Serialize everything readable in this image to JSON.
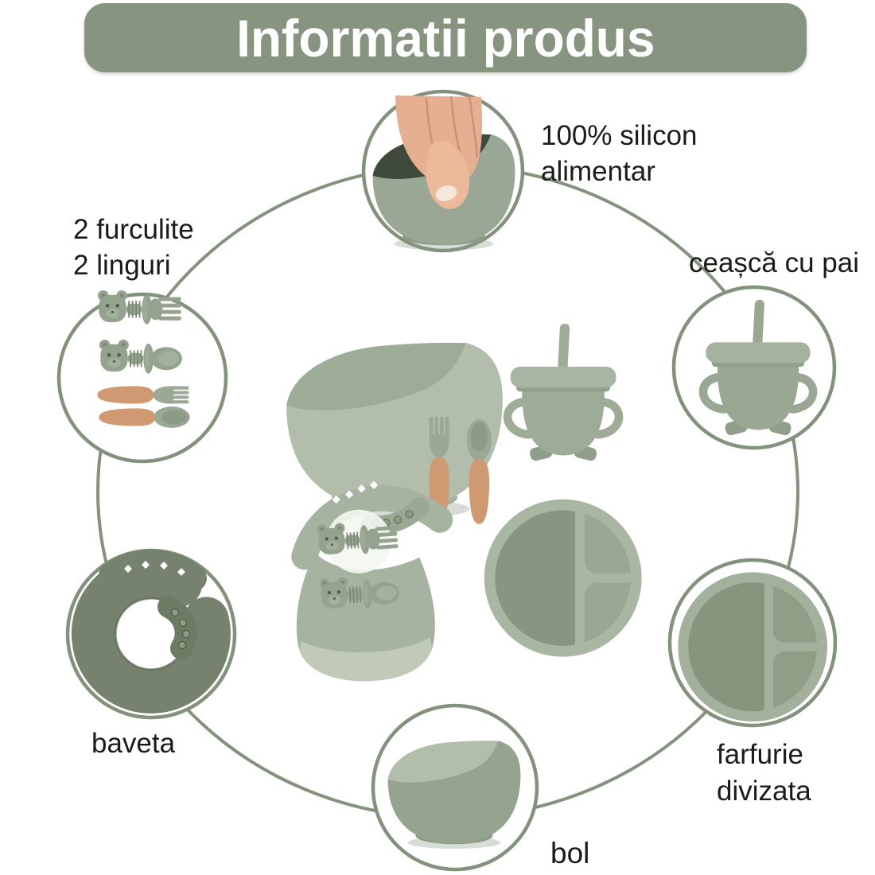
{
  "header": {
    "title": "Informatii produs"
  },
  "callouts": {
    "material": {
      "line1": "100% silicon",
      "line2": "alimentar"
    },
    "cutlery": {
      "line1": "2 furculite",
      "line2": "2 linguri"
    },
    "cup": {
      "label": "ceașcă cu pai"
    },
    "bib": {
      "label": "baveta"
    },
    "plate": {
      "line1": "farfurie",
      "line2": "divizata"
    },
    "bowl": {
      "label": "bol"
    }
  },
  "colors": {
    "background": "#ffffff",
    "banner_green": "#87947f",
    "outline_green": "#83927c",
    "label_text": "#191c17",
    "silicone_sage": "#9aa795",
    "silicone_pale": "#b2bdac",
    "silicone_dark_interior": "#3f4a3c",
    "rolled_bib_sage": "#76826d",
    "wood_handle": "#cf9a72",
    "skin_tone": "#e6af91"
  }
}
